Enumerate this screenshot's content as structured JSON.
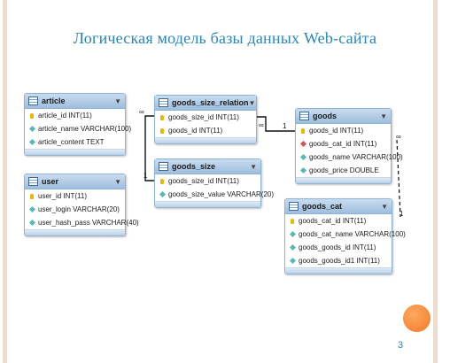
{
  "slide": {
    "title": "Логическая модель базы данных Web-сайта",
    "page_number": "3"
  },
  "tables": [
    {
      "name": "article",
      "fields": [
        {
          "text": "article_id INT(11)",
          "icon": "key-icon"
        },
        {
          "text": "article_name VARCHAR(100)",
          "icon": "diamond-icon"
        },
        {
          "text": "article_content TEXT",
          "icon": "diamond-icon"
        }
      ]
    },
    {
      "name": "user",
      "fields": [
        {
          "text": "user_id INT(11)",
          "icon": "key-icon"
        },
        {
          "text": "user_login VARCHAR(20)",
          "icon": "diamond-icon"
        },
        {
          "text": "user_hash_pass VARCHAR(40)",
          "icon": "diamond-icon"
        }
      ]
    },
    {
      "name": "goods_size_relation",
      "fields": [
        {
          "text": "goods_size_id INT(11)",
          "icon": "key-icon"
        },
        {
          "text": "goods_id INT(11)",
          "icon": "key-icon"
        }
      ]
    },
    {
      "name": "goods_size",
      "fields": [
        {
          "text": "goods_size_id INT(11)",
          "icon": "key-icon"
        },
        {
          "text": "goods_size_value VARCHAR(20)",
          "icon": "diamond-icon"
        }
      ]
    },
    {
      "name": "goods",
      "fields": [
        {
          "text": "goods_id INT(11)",
          "icon": "key-icon"
        },
        {
          "text": "goods_cat_id INT(11)",
          "icon": "red-diamond-icon"
        },
        {
          "text": "goods_name VARCHAR(100)",
          "icon": "diamond-icon"
        },
        {
          "text": "goods_price DOUBLE",
          "icon": "diamond-icon"
        }
      ]
    },
    {
      "name": "goods_cat",
      "fields": [
        {
          "text": "goods_cat_id INT(11)",
          "icon": "key-icon"
        },
        {
          "text": "goods_cat_name VARCHAR(100)",
          "icon": "diamond-icon"
        },
        {
          "text": "goods_goods_id INT(11)",
          "icon": "diamond-icon"
        },
        {
          "text": "goods_goods_id1 INT(11)",
          "icon": "diamond-icon"
        }
      ]
    }
  ],
  "cardinality": {
    "many": "∞",
    "one": "1"
  },
  "colors": {
    "title": "#2a85b7",
    "header": "#b4cfe8",
    "accent_circle": "#f07a26",
    "side_stripe": "#f3d9c8"
  }
}
